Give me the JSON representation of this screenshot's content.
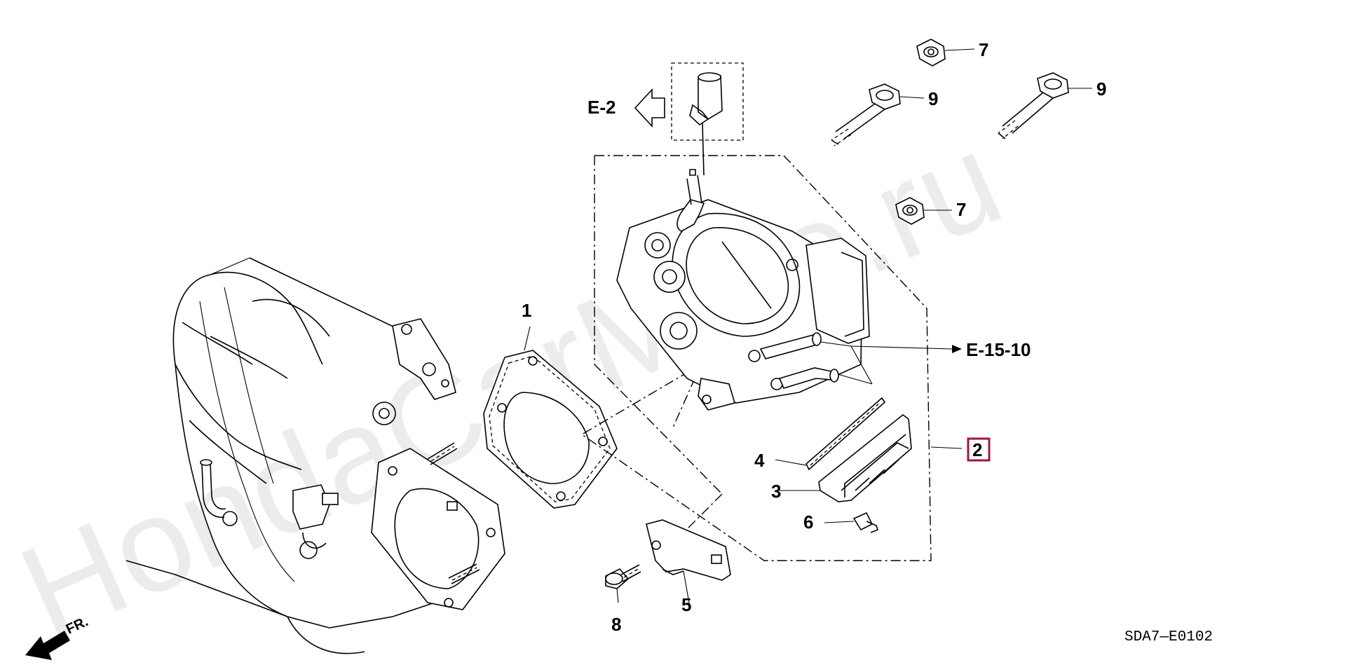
{
  "watermark": "HondaCarMine.ru",
  "diagram_code": "SDA7—E0102",
  "direction_label": "FR.",
  "references": {
    "e2": "E-2",
    "e15_10": "E-15-10"
  },
  "callouts": {
    "c1": "1",
    "c2": "2",
    "c3": "3",
    "c4": "4",
    "c5": "5",
    "c6": "6",
    "c7a": "7",
    "c7b": "7",
    "c8": "8",
    "c9a": "9",
    "c9b": "9"
  },
  "colors": {
    "highlight_box": "#a0173a",
    "line": "#000000"
  }
}
